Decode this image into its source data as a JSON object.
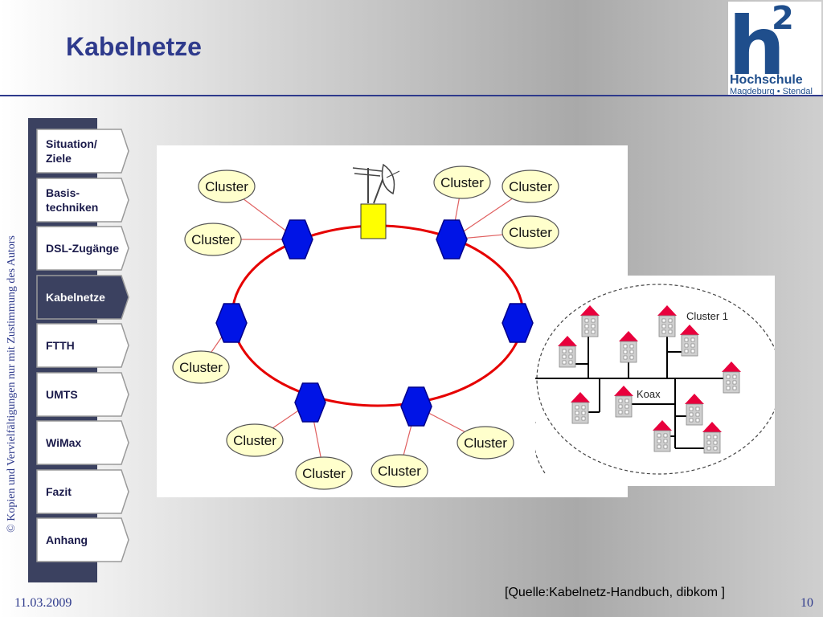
{
  "slide": {
    "title": "Kabelnetze"
  },
  "logo": {
    "mark": "h",
    "superscript": "2",
    "name": "Hochschule",
    "location": "Magdeburg • Stendal"
  },
  "sidebar": {
    "items": [
      {
        "label": "Situation/ Ziele",
        "active": false
      },
      {
        "label": "Basis-techniken",
        "active": false
      },
      {
        "label": "DSL-Zugänge",
        "active": false
      },
      {
        "label": "Kabelnetze",
        "active": true
      },
      {
        "label": "FTTH",
        "active": false
      },
      {
        "label": "UMTS",
        "active": false
      },
      {
        "label": "WiMax",
        "active": false
      },
      {
        "label": "Fazit",
        "active": false
      },
      {
        "label": "Anhang",
        "active": false
      }
    ],
    "vertical_note": "© Kopien und Vervielfältigungen nur mit Zustimmung des Autors"
  },
  "diagram": {
    "cluster_label": "Cluster",
    "cluster_panel_title": "Cluster 1",
    "coax_label": "Koax",
    "colors": {
      "ring": "#e60000",
      "node": "#0014e6",
      "headend": "#ffff00",
      "roof": "#e8003c",
      "bubble": "#ffffcc"
    }
  },
  "footer": {
    "source": "[Quelle:Kabelnetz-Handbuch, dibkom ]",
    "date": "11.03.2009",
    "page": "10"
  }
}
